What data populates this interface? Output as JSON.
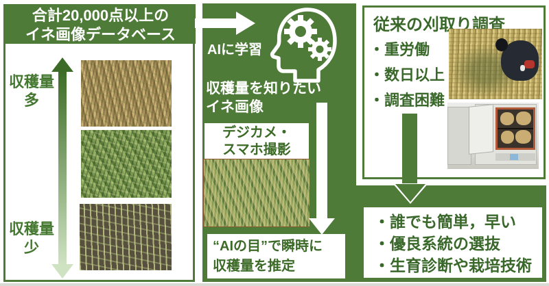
{
  "colors": {
    "green": "#4e7b37",
    "green_text": "#39682a",
    "axis_dark_green": "#3c6b27",
    "axis_light_green": "#cfe3c2",
    "white": "#ffffff"
  },
  "left_panel": {
    "title_line1": "合計20,000点以上の",
    "title_line2": "イネ画像データベース",
    "yield_high_line1": "収穫量",
    "yield_high_line2": "多",
    "yield_low_line1": "収穫量",
    "yield_low_line2": "少"
  },
  "middle_panel": {
    "learn_label": "AIに学習",
    "query_line1": "収穫量を知りたい",
    "query_line2": "イネ画像",
    "capture_line1": "デジカメ・",
    "capture_line2": "スマホ撮影",
    "estimate_line1": "“AIの目”で瞬時に",
    "estimate_line2": "収穫量を推定"
  },
  "right_panel": {
    "title": "従来の刈取り調査",
    "bullets": [
      "・重労働",
      "・数日以上",
      "・調査困難"
    ]
  },
  "benefits_box": {
    "bullets": [
      "・誰でも簡単，早い",
      "・優良系統の選抜",
      "・生育診断や栽培技術"
    ]
  },
  "icons": {
    "brain": "brain-gears-icon",
    "flow_right": "flow-arrow-right-icon",
    "flow_down_white": "flow-arrow-down-white-icon",
    "flow_down_green": "flow-arrow-down-green-icon",
    "yield_axis": "yield-axis-arrow-icon"
  }
}
